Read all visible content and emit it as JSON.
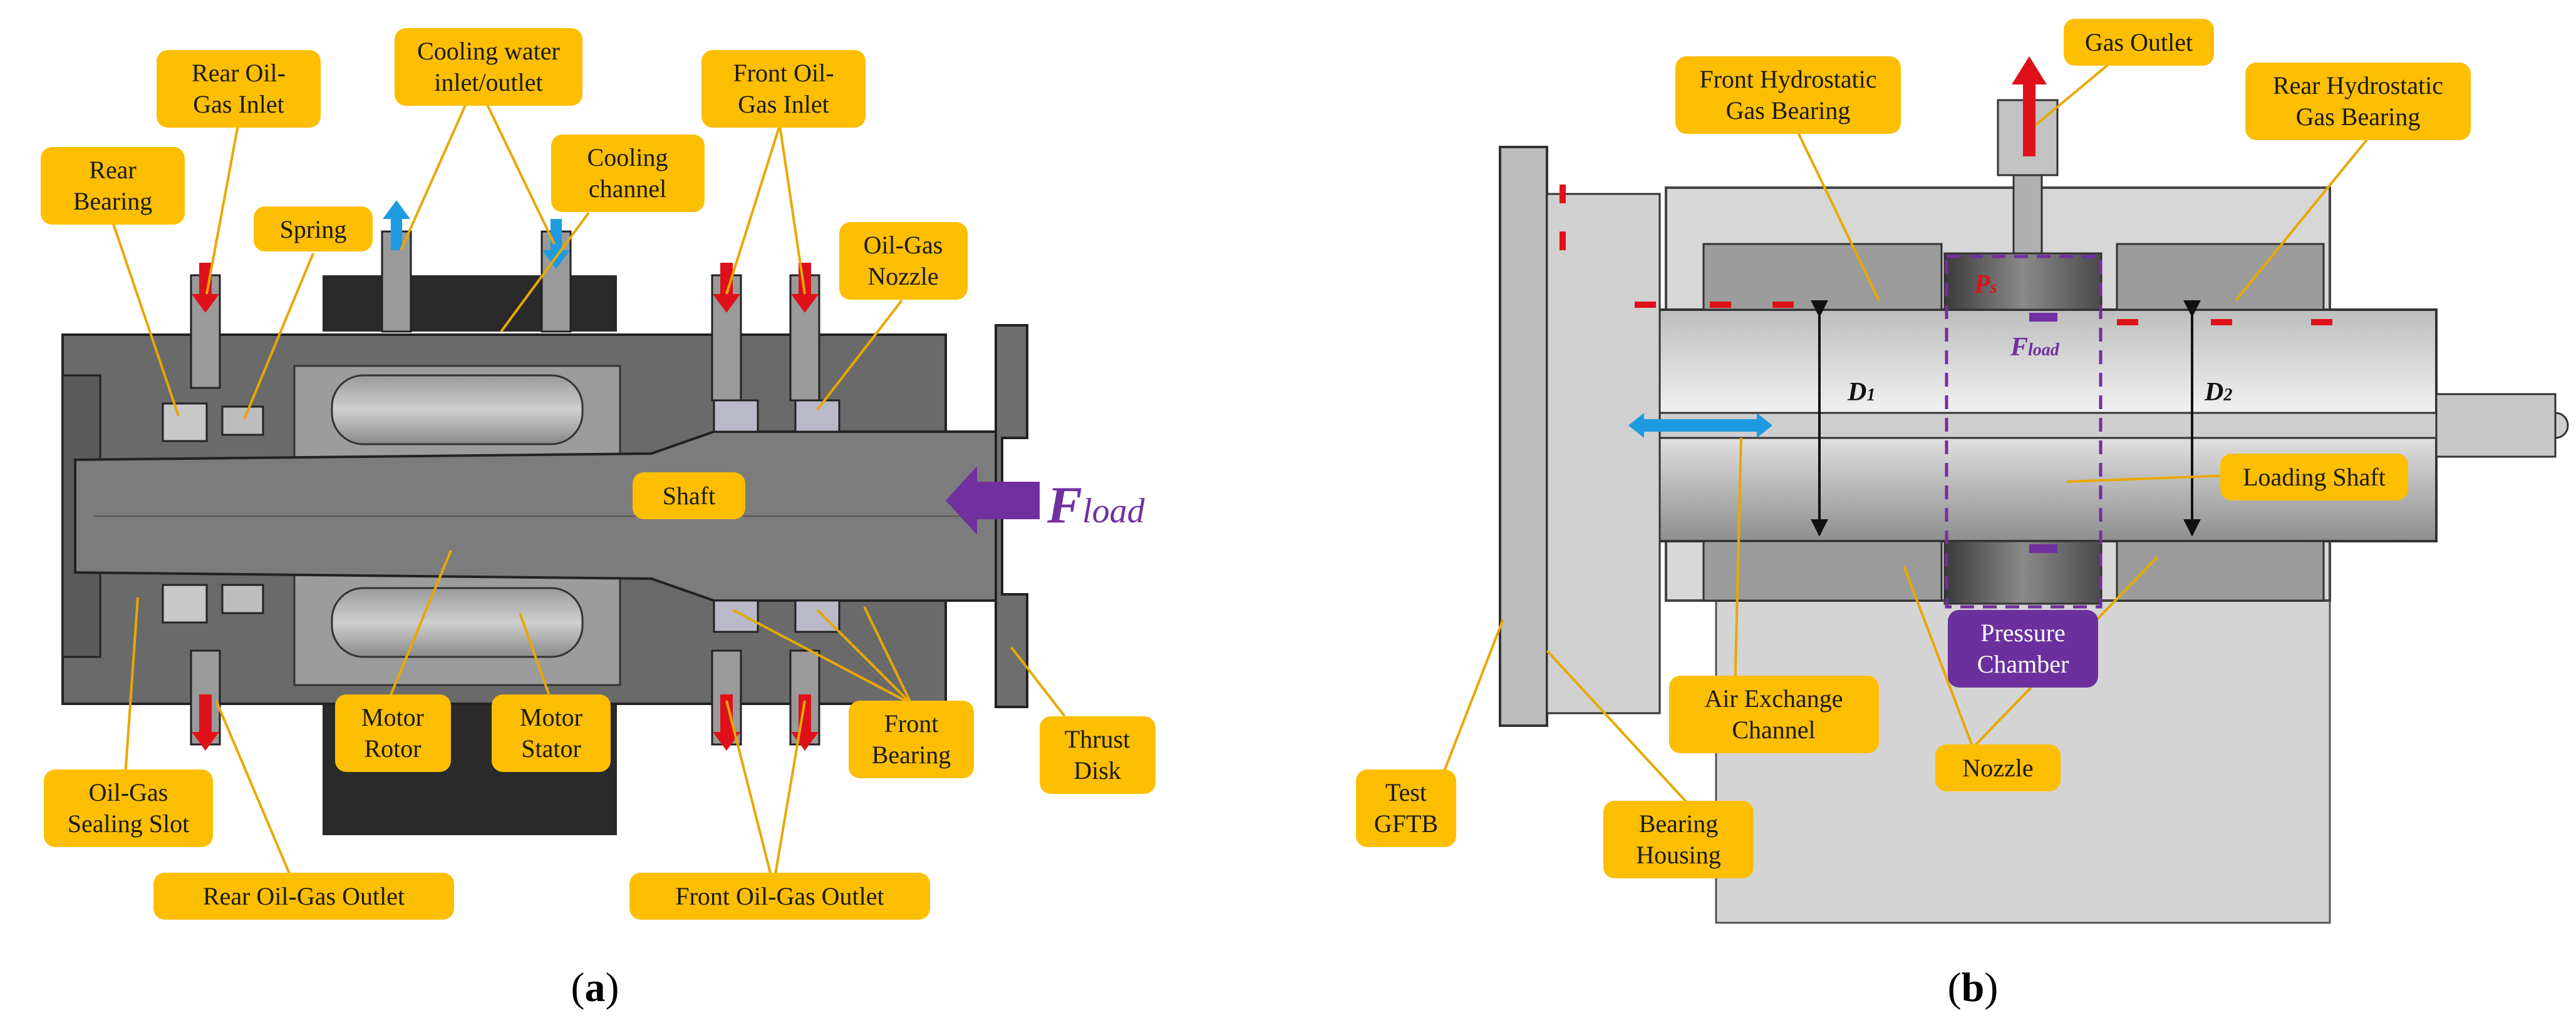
{
  "panel_a": {
    "caption_letter": "a",
    "force": {
      "main": "F",
      "sub": "load"
    },
    "labels": {
      "rear_oil_gas_inlet": [
        "Rear Oil-",
        "Gas Inlet"
      ],
      "cooling_water": [
        "Cooling water",
        "inlet/outlet"
      ],
      "front_oil_gas_inlet": [
        "Front Oil-",
        "Gas Inlet"
      ],
      "rear_bearing": [
        "Rear",
        "Bearing"
      ],
      "cooling_channel": [
        "Cooling",
        "channel"
      ],
      "spring": [
        "Spring"
      ],
      "oil_gas_nozzle": [
        "Oil-Gas",
        "Nozzle"
      ],
      "shaft": [
        "Shaft"
      ],
      "motor_rotor": [
        "Motor",
        "Rotor"
      ],
      "motor_stator": [
        "Motor",
        "Stator"
      ],
      "front_bearing": [
        "Front",
        "Bearing"
      ],
      "thrust_disk": [
        "Thrust",
        "Disk"
      ],
      "oil_gas_sealing_slot": [
        "Oil-Gas",
        "Sealing Slot"
      ],
      "rear_oil_gas_outlet": [
        "Rear Oil-Gas Outlet"
      ],
      "front_oil_gas_outlet": [
        "Front Oil-Gas Outlet"
      ]
    }
  },
  "panel_b": {
    "caption_letter": "b",
    "dims": {
      "d1_main": "D",
      "d1_sub": "1",
      "d2_main": "D",
      "d2_sub": "2"
    },
    "p_symbol": {
      "main": "P",
      "sub": "s"
    },
    "force": {
      "main": "F",
      "sub": "load"
    },
    "labels": {
      "gas_outlet": [
        "Gas Outlet"
      ],
      "front_hydrostatic": [
        "Front Hydrostatic",
        "Gas Bearing"
      ],
      "rear_hydrostatic": [
        "Rear Hydrostatic",
        "Gas Bearing"
      ],
      "loading_shaft": [
        "Loading Shaft"
      ],
      "pressure_chamber": [
        "Pressure",
        "Chamber"
      ],
      "air_exchange": [
        "Air Exchange",
        "Channel"
      ],
      "nozzle": [
        "Nozzle"
      ],
      "test_gftb": [
        "Test",
        "GFTB"
      ],
      "bearing_housing": [
        "Bearing",
        "Housing"
      ]
    }
  },
  "colors": {
    "label_fill": "#FCBE00",
    "label_text": "#1a1a1a",
    "leader_line": "#E8A800",
    "pressure_chamber_fill": "#6B2F9E",
    "force_arrow": "#7030A0",
    "inlet_arrow": "#E0101A",
    "coolant_arrow": "#1E9BE0",
    "metal_dark": "#5a5a5a",
    "metal_light": "#d4d4d4",
    "motor_black": "#2a2a2a"
  }
}
